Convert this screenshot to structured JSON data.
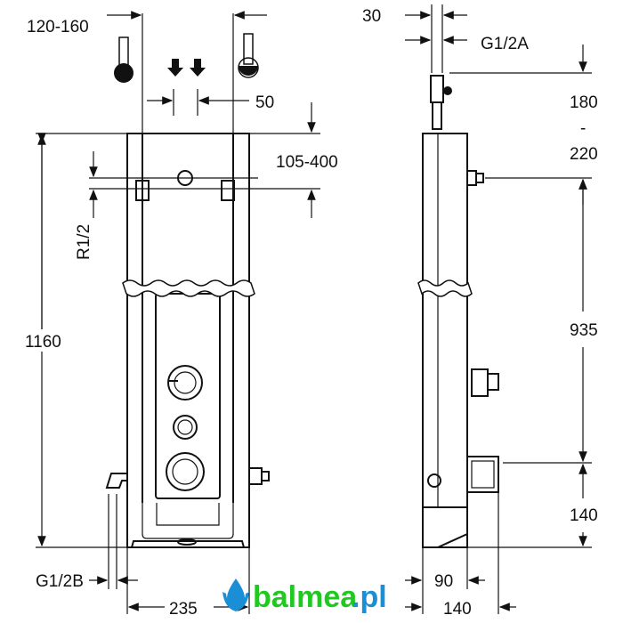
{
  "front_view": {
    "dim_inlet_spacing": "120-160",
    "dim_inlet_gap": "50",
    "dim_inlet_height": "105-400",
    "dim_thread": "R1/2",
    "dim_total_height": "1160",
    "dim_outlet_thread": "G1/2B",
    "dim_width": "235"
  },
  "side_view": {
    "dim_valve_offset": "30",
    "dim_valve_thread": "G1/2A",
    "dim_top_range_a": "180",
    "dim_top_range_sep": "-",
    "dim_top_range_b": "220",
    "dim_middle": "935",
    "dim_bottom": "140",
    "dim_depth_a": "90",
    "dim_depth_b": "140"
  },
  "logo": {
    "name": "balmea",
    "suffix": ".pl"
  },
  "colors": {
    "logo_green": "#1fc91f",
    "logo_blue": "#1a8fd6"
  }
}
